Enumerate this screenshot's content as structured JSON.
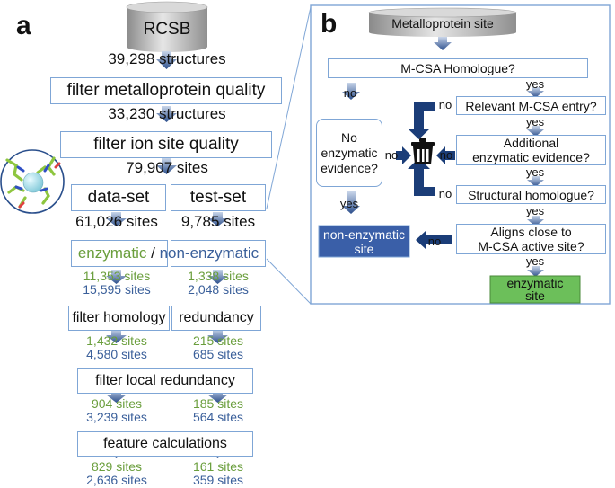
{
  "panel_a": {
    "letter": "a",
    "source": "RCSB",
    "structures_1": "39,298 structures",
    "filter_metalloprotein": "filter metalloprotein quality",
    "structures_2": "33,230 structures",
    "filter_ion": "filter ion site quality",
    "sites_total": "79,907 sites",
    "data_set": "data-set",
    "test_set": "test-set",
    "data_sites": "61,026 sites",
    "test_sites": "9,785 sites",
    "enzymatic": "enzymatic",
    "slash": "/",
    "non_enzymatic": "non-enzymatic",
    "d1_green": "11,353 sites",
    "d1_blue": "15,595 sites",
    "t1_green": "1,338 sites",
    "t1_blue": "2,048 sites",
    "filter_homology": "filter homology",
    "redundancy": "redundancy",
    "d2_green": "1,432 sites",
    "d2_blue": "4,580 sites",
    "t2_green": "215 sites",
    "t2_blue": "685 sites",
    "filter_local": "filter local redundancy",
    "d3_green": "904 sites",
    "d3_blue": "3,239 sites",
    "t3_green": "185 sites",
    "t3_blue": "564 sites",
    "feature_calc": "feature calculations",
    "d4_green": "829 sites",
    "d4_blue": "2,636 sites",
    "t4_green": "161 sites",
    "t4_blue": "359 sites"
  },
  "panel_b": {
    "letter": "b",
    "source": "Metalloprotein site",
    "q_homologue": "M-CSA Homologue?",
    "yes1": "yes",
    "no1": "no",
    "q_relevant": "Relevant M-CSA entry?",
    "no_rel": "no",
    "yes2": "yes",
    "no_evidence_1": "No",
    "no_evidence_2": "enzymatic",
    "no_evidence_3": "evidence?",
    "no_ev_no": "no",
    "q_additional_1": "Additional",
    "q_additional_2": "enzymatic evidence?",
    "no_add": "no",
    "yes3": "yes",
    "q_structural": "Structural homologue?",
    "no_struct": "no",
    "yes_ev": "yes",
    "yes4": "yes",
    "non_enzymatic_1": "non-enzymatic",
    "non_enzymatic_2": "site",
    "q_aligns_1": "Aligns close to",
    "q_aligns_2": "M-CSA active site?",
    "no_align": "no",
    "yes5": "yes",
    "enzymatic_1": "enzymatic",
    "enzymatic_2": "site"
  },
  "colors": {
    "green_text": "#6a9e3c",
    "blue_text": "#3a5f9a",
    "navy_arrow": "#1b3d78",
    "box_border": "#7fa6d6",
    "non_enzymatic_fill": "#3a5fa8",
    "enzymatic_fill": "#6cbf5a"
  }
}
